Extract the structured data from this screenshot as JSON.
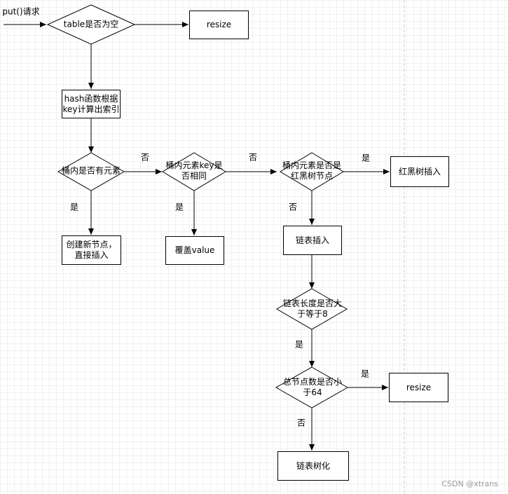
{
  "start_label": "put()请求",
  "nodes": {
    "table_empty": "table是否为空",
    "resize_top": "resize",
    "hash_index": "hash函数根据\nkey计算出索引",
    "bucket_has": "桶内是否有元素",
    "create_node": "创建新节点，\n直接插入",
    "key_same": "桶内元素key是\n否相同",
    "overwrite": "覆盖value",
    "is_rbtree": "桶内元素是否是\n红黑树节点",
    "rbtree_insert": "红黑树插入",
    "list_insert": "链表插入",
    "list_len": "链表长度是否大\n于等于8",
    "total_nodes": "总节点数是否小\n于64",
    "resize_bottom": "resize",
    "treeify": "链表树化"
  },
  "edge_labels": {
    "no_bucket": "否",
    "yes_bucket": "是",
    "no_key": "否",
    "yes_key": "是",
    "yes_rbtree": "是",
    "no_rbtree": "否",
    "yes_len": "是",
    "yes_total": "是",
    "no_total": "否"
  },
  "watermark": "CSDN @xtrans"
}
